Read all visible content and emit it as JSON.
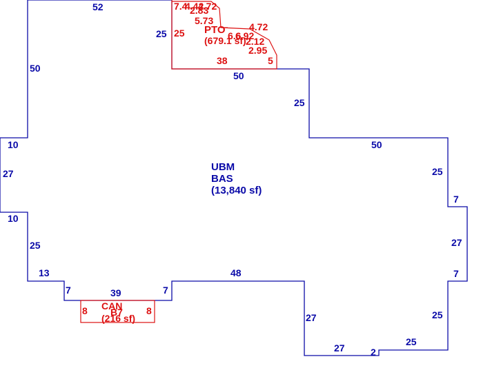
{
  "colors": {
    "main_line": "#0a0aa8",
    "addition_line": "#dd1111"
  },
  "main_area": {
    "code": "UBM",
    "type": "BAS",
    "area": "(13,840 sf)",
    "dimensions": {
      "top": "52",
      "upper_left": "50",
      "left_top_step": "10",
      "left": "27",
      "left_bottom_step": "10",
      "lower_left": "25",
      "bottom_left_step": "13",
      "notch_left": "7",
      "notch_bottom": "39",
      "notch_right": "7",
      "bottom_middle": "48",
      "drop": "27",
      "bottom_right_low": "27",
      "tiny_step": "2",
      "bottom_right": "25",
      "right_lower": "25",
      "right_low_step": "7",
      "right": "27",
      "right_high_step": "7",
      "right_upper": "25",
      "top_right": "50",
      "upper_step_right": "25",
      "upper_step_bottom": "50",
      "upper_step_left": "25"
    }
  },
  "patio": {
    "code": "PTO",
    "area": "(679.1 sf)",
    "dimensions": {
      "left": "25",
      "bottom": "38",
      "right": "5",
      "diag_1": "2.95",
      "diag_2": "6.6",
      "diag_3": "6.92",
      "diag_4": "2.12",
      "diag_5": "4.72",
      "diag_6": "5.73",
      "diag_7": "7.4",
      "diag_8": "4.72",
      "diag_9": "4.42",
      "diag_10": "2.83"
    }
  },
  "canopy": {
    "code": "CAN",
    "sub_code": "B7",
    "area": "(216 sf)",
    "dimensions": {
      "left": "8",
      "right": "8"
    }
  }
}
